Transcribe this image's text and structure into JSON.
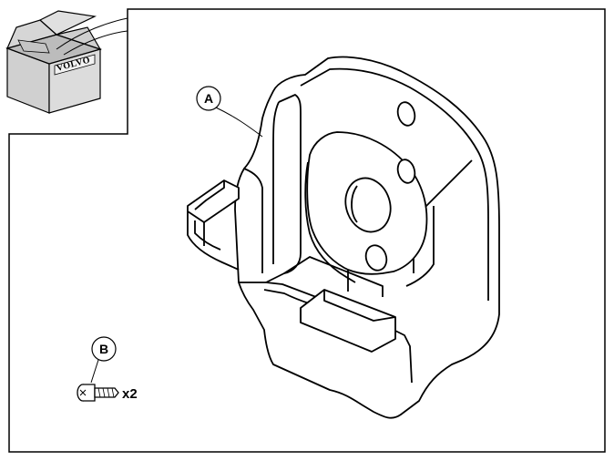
{
  "box": {
    "brand": "VOLVO"
  },
  "callouts": {
    "bracket": "A",
    "screw": "B"
  },
  "screw": {
    "quantity": "x2"
  },
  "colors": {
    "line": "#000000",
    "box_fill": "#d9d9d9",
    "box_side": "#c8c8c8",
    "background": "#ffffff"
  }
}
